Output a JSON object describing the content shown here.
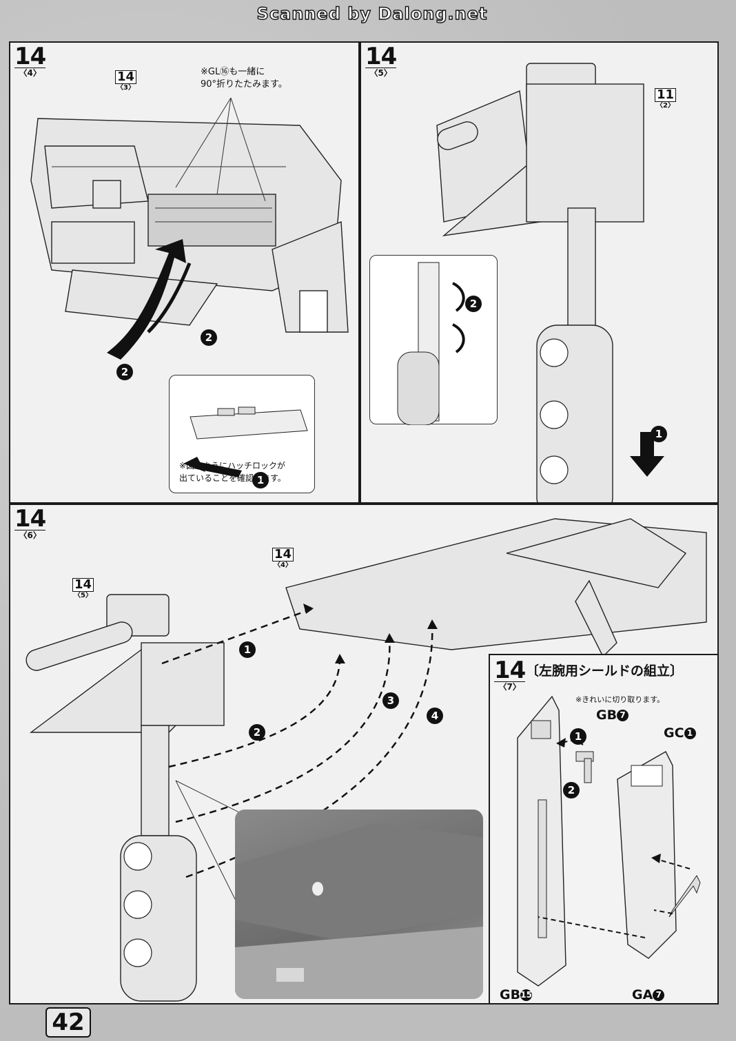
{
  "header": {
    "scan_credit": "Scanned by Dalong.net"
  },
  "panel_a": {
    "step_num": "14",
    "step_sub": "〈4〉",
    "ref": {
      "num": "14",
      "sub": "〈3〉"
    },
    "note_top_line1": "※GL",
    "note_top_part_no": "⑯",
    "note_top_line1b": "も一緒に",
    "note_top_line2": "90°折りたたみます。",
    "note_bottom_line1": "※図のようにハッチロックが",
    "note_bottom_line2": "出ていることを確認します。",
    "markers": [
      "2",
      "2",
      "1"
    ]
  },
  "panel_b": {
    "step_num": "14",
    "step_sub": "〈5〉",
    "ref": {
      "num": "11",
      "sub": "〈2〉"
    },
    "markers": [
      "2",
      "1"
    ]
  },
  "panel_c": {
    "step_num": "14",
    "step_sub": "〈6〉",
    "ref_a": {
      "num": "14",
      "sub": "〈4〉"
    },
    "ref_b": {
      "num": "14",
      "sub": "〈5〉"
    },
    "markers": [
      "1",
      "2",
      "3",
      "4"
    ]
  },
  "panel_d": {
    "step_num": "14",
    "step_sub": "〈7〉",
    "title": "〔左腕用シールドの組立〕",
    "note": "※きれいに切り取ります。",
    "parts": [
      {
        "name": "GB",
        "no": "7"
      },
      {
        "name": "GC",
        "no": "1"
      },
      {
        "name": "GB",
        "no": "15"
      },
      {
        "name": "GA",
        "no": "7"
      }
    ],
    "markers": [
      "1",
      "2"
    ]
  },
  "footer": {
    "page_number": "42"
  }
}
